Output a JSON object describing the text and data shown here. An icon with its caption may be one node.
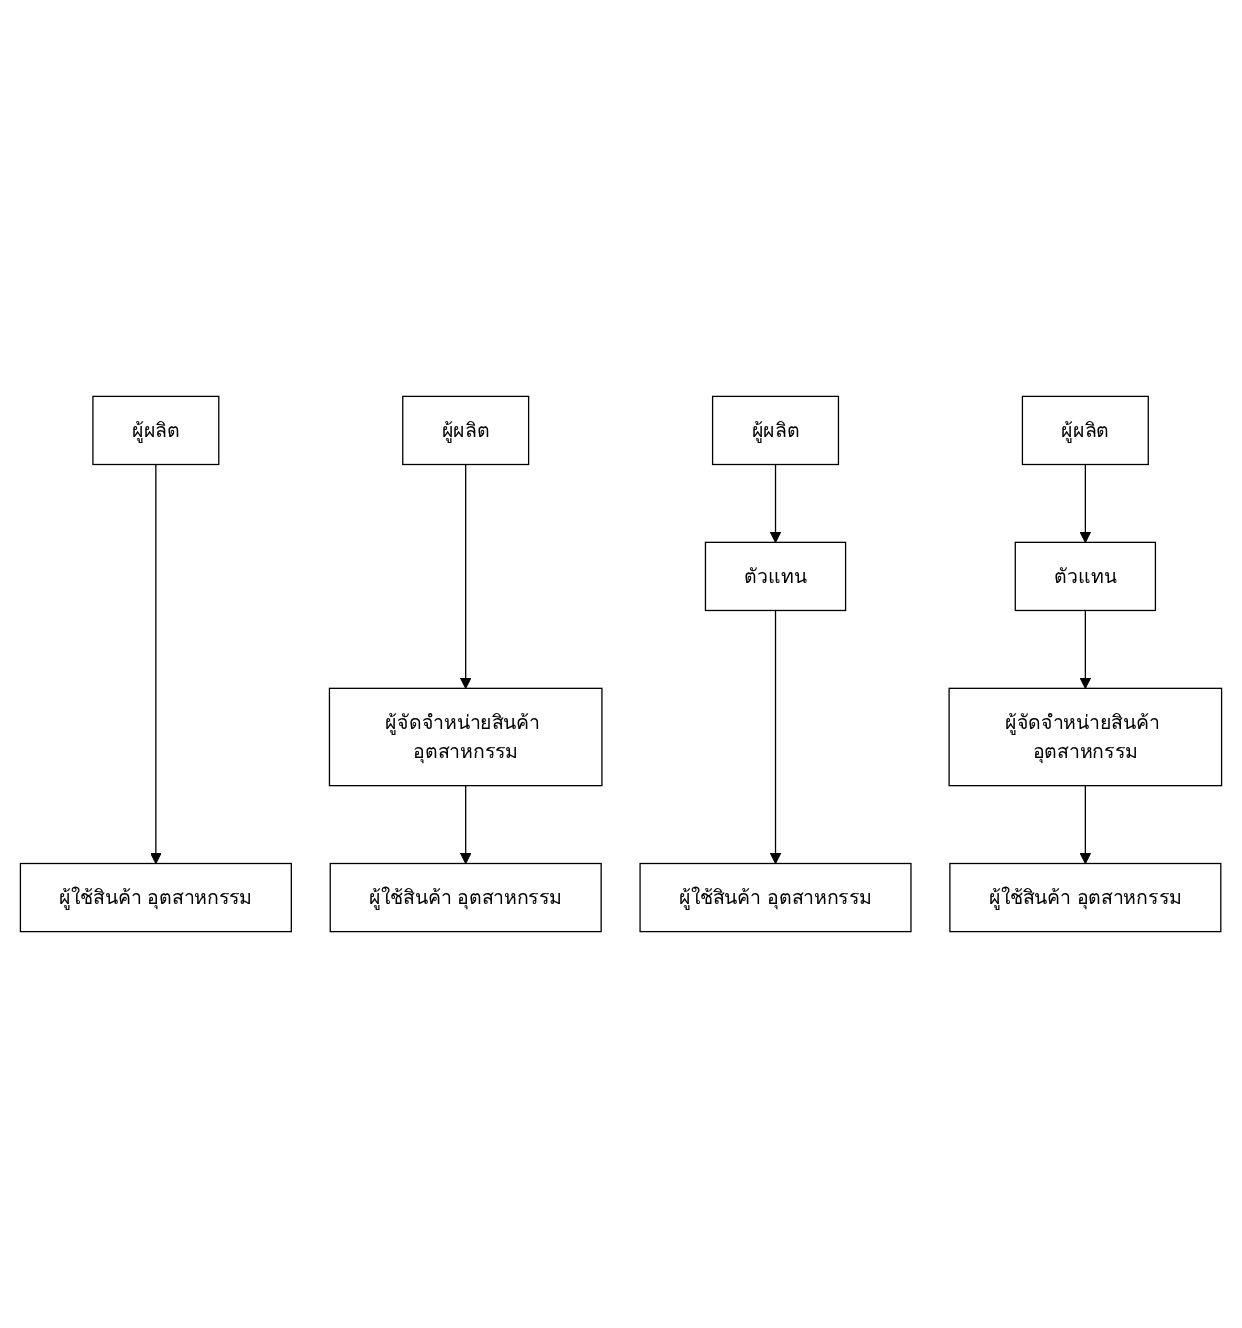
{
  "diagram": {
    "nodes": [
      {
        "text": [
          "ผู้ผลิต"
        ]
      },
      {
        "text": [
          "ผู้ผลิต"
        ]
      },
      {
        "text": [
          "ผู้ผลิต"
        ]
      },
      {
        "text": [
          "ผู้ผลิต"
        ]
      },
      {
        "text": [
          "ตัวแทน"
        ]
      },
      {
        "text": [
          "ตัวแทน"
        ]
      },
      {
        "text": [
          "ผู้จัดจำหน่ายสินค้า อุตสาหกรรม"
        ]
      },
      {
        "text": [
          "ผู้จัดจำหน่ายสินค้า อุตสาหกรรม"
        ]
      },
      {
        "text": [
          "ผู้ใช้สินค้า อุตสาหกรรม"
        ]
      },
      {
        "text": [
          "ผู้ใช้สินค้า อุตสาหกรรม"
        ]
      },
      {
        "text": [
          "ผู้ใช้สินค้า อุตสาหกรรม"
        ]
      },
      {
        "text": [
          "ผู้ใช้สินค้า อุตสาหกรรม"
        ]
      }
    ],
    "edges": [
      {
        "from": 0,
        "to": 8,
        "arrow": "to"
      },
      {
        "from": 1,
        "to": 6,
        "arrow": "to"
      },
      {
        "from": 6,
        "to": 9,
        "arrow": "to"
      },
      {
        "from": 2,
        "to": 4,
        "arrow": "to"
      },
      {
        "from": 4,
        "to": 10,
        "arrow": "to"
      },
      {
        "from": 3,
        "to": 5,
        "arrow": "to"
      },
      {
        "from": 5,
        "to": 7,
        "arrow": "to"
      },
      {
        "from": 7,
        "to": 11,
        "arrow": "to"
      }
    ]
  }
}
